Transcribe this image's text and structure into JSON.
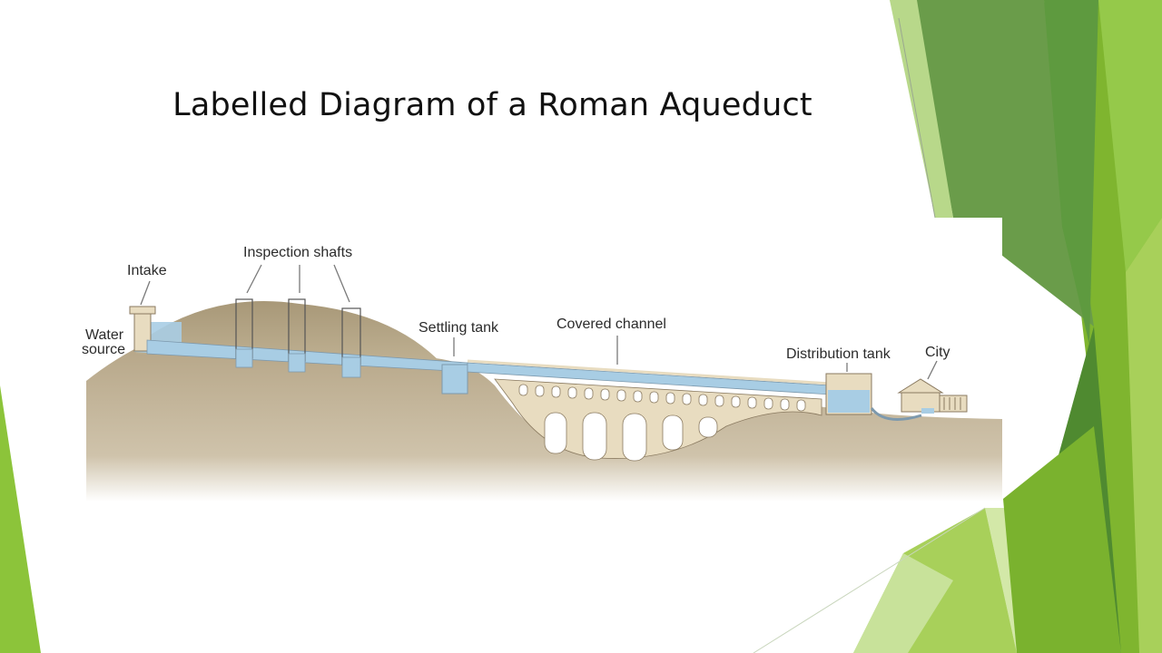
{
  "slide": {
    "title": "Labelled Diagram of a Roman Aqueduct"
  },
  "diagram": {
    "labels": {
      "intake": "Intake",
      "water_source_line1": "Water",
      "water_source_line2": "source",
      "inspection_shafts": "Inspection shafts",
      "settling_tank": "Settling tank",
      "covered_channel": "Covered channel",
      "distribution_tank": "Distribution tank",
      "city": "City"
    }
  },
  "colors": {
    "green_dark": "#5e9a3f",
    "green_mid": "#7ab22e",
    "green_light": "#a8d05a",
    "green_pale": "#d3e8a8",
    "water": "#a8cde4",
    "earth": "#b8a88a",
    "stone": "#e8dcc0"
  }
}
